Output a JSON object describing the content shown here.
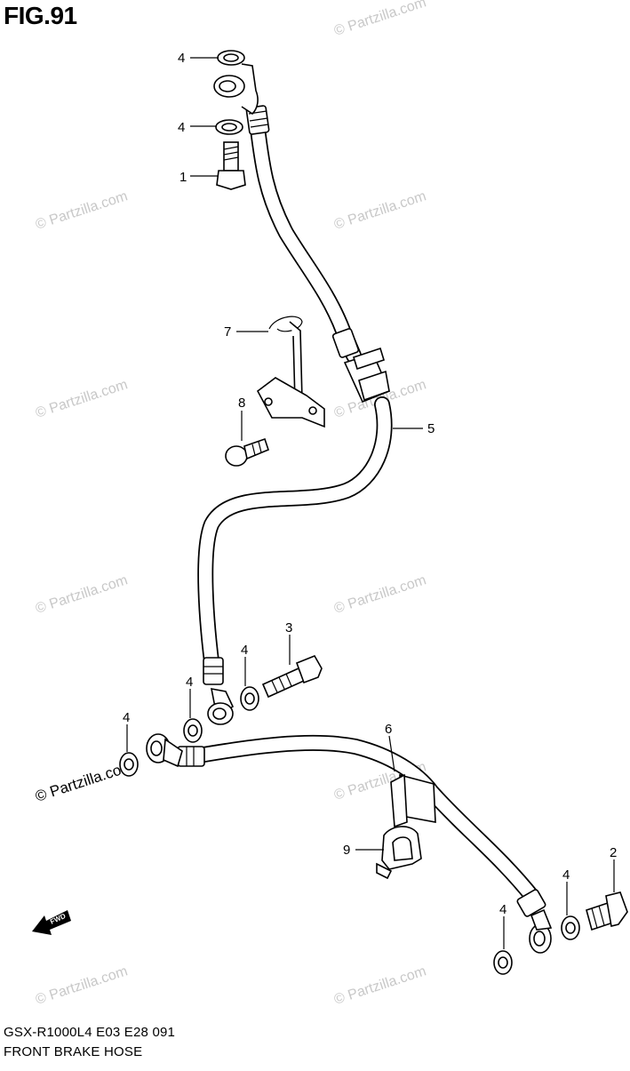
{
  "figure": {
    "title": "FIG.91"
  },
  "footer": {
    "model": "GSX-R1000L4  E03  E28  091",
    "name": "FRONT BRAKE HOSE"
  },
  "watermark": "© Partzilla.com",
  "fwd_label": "FWD",
  "callouts": {
    "c1": "1",
    "c2": "2",
    "c3": "3",
    "c4a": "4",
    "c4b": "4",
    "c4c": "4",
    "c4d": "4",
    "c4e": "4",
    "c4f": "4",
    "c4g": "4",
    "c5": "5",
    "c6": "6",
    "c7": "7",
    "c8": "8",
    "c9": "9"
  }
}
